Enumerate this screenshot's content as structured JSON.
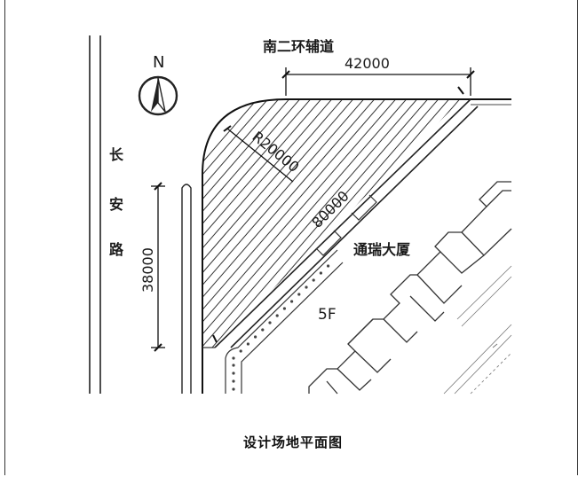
{
  "labels": {
    "road_north": "南二环辅道",
    "road_west_chars": [
      "长",
      "安",
      "路"
    ],
    "north": "N",
    "dim_top": "42000",
    "dim_radius": "R20000",
    "dim_diagonal": "80000",
    "dim_left": "38000",
    "building": "通瑞大厦",
    "floors": "5F"
  },
  "caption": "设计场地平面图",
  "colors": {
    "line": "#222222",
    "hatch": "#333333",
    "thin": "#777777"
  }
}
